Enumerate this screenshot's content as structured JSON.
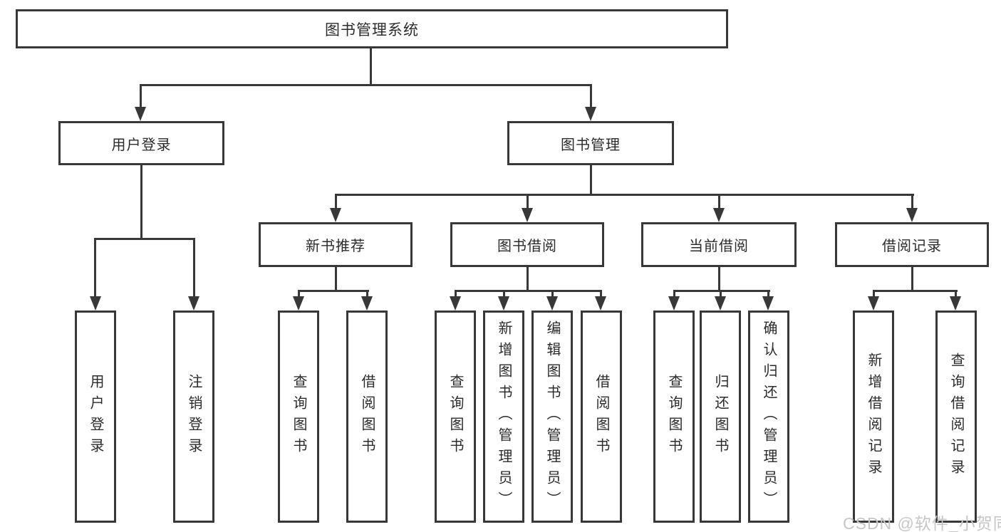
{
  "diagram_title": "图书管理系统",
  "watermark": "CSDN @软件_小贺同学",
  "colors": {
    "line": "#383838",
    "text": "#2b2b2b",
    "watermark_gray": "#c6c6c6",
    "background": "#ffffff"
  },
  "tree": {
    "root": {
      "label": "图书管理系统"
    },
    "branches": [
      {
        "label": "用户登录",
        "children": [
          {
            "label": "用户登录"
          },
          {
            "label": "注销登录"
          }
        ]
      },
      {
        "label": "图书管理",
        "sections": [
          {
            "label": "新书推荐",
            "children": [
              {
                "label": "查询图书"
              },
              {
                "label": "借阅图书"
              }
            ]
          },
          {
            "label": "图书借阅",
            "children": [
              {
                "label": "查询图书"
              },
              {
                "label": "新增图书（管理员）"
              },
              {
                "label": "编辑图书（管理员）"
              },
              {
                "label": "借阅图书"
              }
            ]
          },
          {
            "label": "当前借阅",
            "children": [
              {
                "label": "查询图书"
              },
              {
                "label": "归还图书"
              },
              {
                "label": "确认归还（管理员）"
              }
            ]
          },
          {
            "label": "借阅记录",
            "children": [
              {
                "label": "新增借阅记录"
              },
              {
                "label": "查询借阅记录"
              }
            ]
          }
        ]
      }
    ]
  }
}
